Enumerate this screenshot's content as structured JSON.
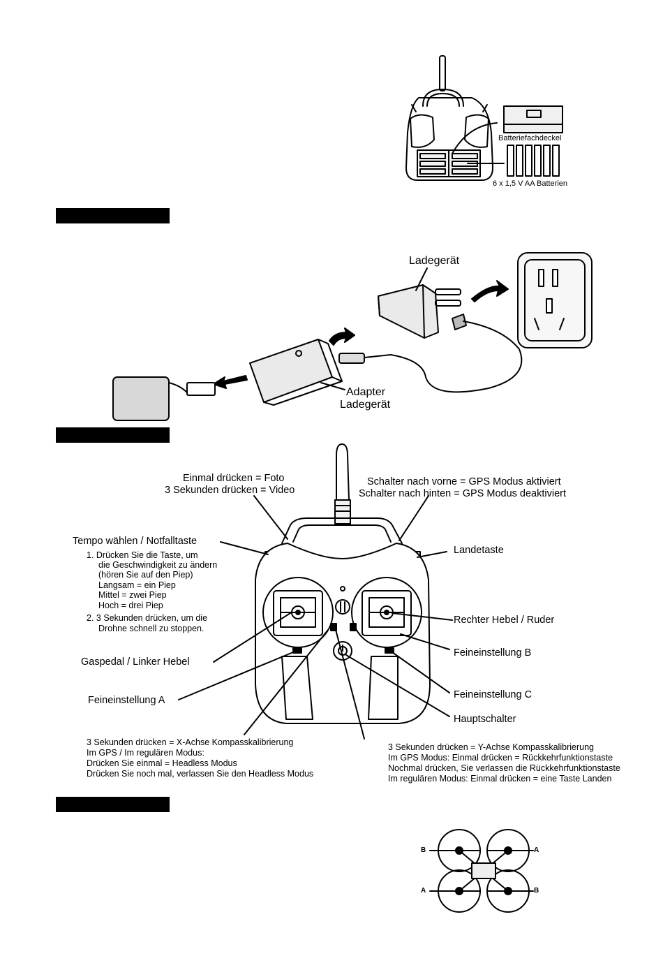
{
  "battery_figure": {
    "cover_label": "Batteriefachdeckel",
    "batteries_label": "6 x 1,5 V AA Batterien"
  },
  "charging_figure": {
    "charger_label": "Ladegerät",
    "adapter_label_line1": "Adapter",
    "adapter_label_line2": "Ladegerät"
  },
  "controller_figure": {
    "photo_line1": "Einmal drücken = Foto",
    "photo_line2": "3 Sekunden drücken = Video",
    "gps_line1": "Schalter nach vorne = GPS Modus aktiviert",
    "gps_line2": "Schalter nach hinten = GPS Modus deaktiviert",
    "speed_title": "Tempo wählen / Notfalltaste",
    "speed_steps": [
      "1. Drücken Sie die Taste, um",
      "die Geschwindigkeit zu ändern",
      "(hören Sie auf den Piep)",
      "Langsam = ein Piep",
      "Mittel = zwei Piep",
      "Hoch = drei Piep",
      "2. 3 Sekunden drücken, um die",
      "Drohne schnell zu stoppen."
    ],
    "landing_key": "Landetaste",
    "right_stick": "Rechter Hebel / Ruder",
    "left_stick": "Gaspedal / Linker Hebel",
    "trim_b": "Feineinstellung B",
    "trim_a": "Feineinstellung A",
    "trim_c": "Feineinstellung C",
    "main_switch": "Hauptschalter",
    "x_axis_notes": [
      "3 Sekunden drücken = X-Achse Kompasskalibrierung",
      "Im GPS / Im regulären Modus:",
      "Drücken Sie einmal = Headless Modus",
      "Drücken Sie noch mal, verlassen Sie den Headless Modus"
    ],
    "y_axis_notes": [
      "3 Sekunden drücken = Y-Achse Kompasskalibrierung",
      "Im GPS Modus: Einmal drücken = Rückkehrfunktionstaste",
      "Nochmal drücken, Sie verlassen die Rückkehrfunktionstaste",
      "Im regulären Modus: Einmal drücken = eine Taste Landen"
    ]
  },
  "drone_figure": {
    "label_top_left": "B",
    "label_top_right": "A",
    "label_bottom_left": "A",
    "label_bottom_right": "B"
  },
  "colors": {
    "ink": "#000000",
    "paper": "#ffffff",
    "fill_gray": "#e6e6e6"
  }
}
